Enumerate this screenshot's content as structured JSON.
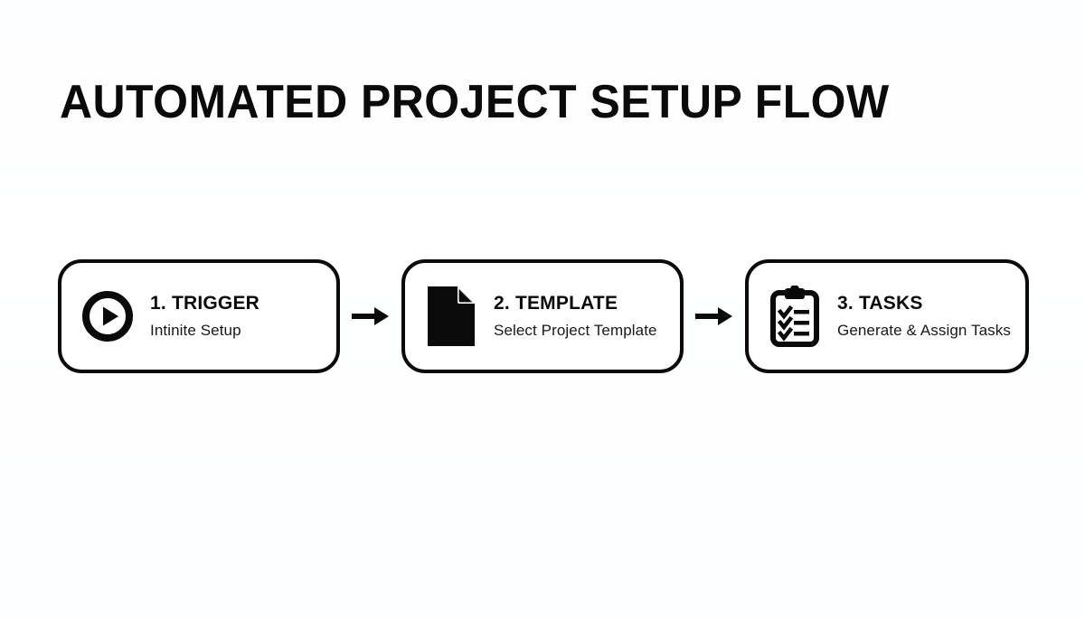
{
  "page": {
    "title": "AUTOMATED PROJECT SETUP FLOW",
    "background_color": "#ffffff",
    "ink_color": "#0a0a0a"
  },
  "flow": {
    "connector_icon": "arrow-right-icon",
    "steps": [
      {
        "icon": "play-circle-icon",
        "heading": "1. TRIGGER",
        "subtitle": "Intinite Setup"
      },
      {
        "icon": "document-icon",
        "heading": "2. TEMPLATE",
        "subtitle": "Select Project Template"
      },
      {
        "icon": "clipboard-checklist-icon",
        "heading": "3. TASKS",
        "subtitle": "Generate & Assign Tasks"
      }
    ]
  }
}
